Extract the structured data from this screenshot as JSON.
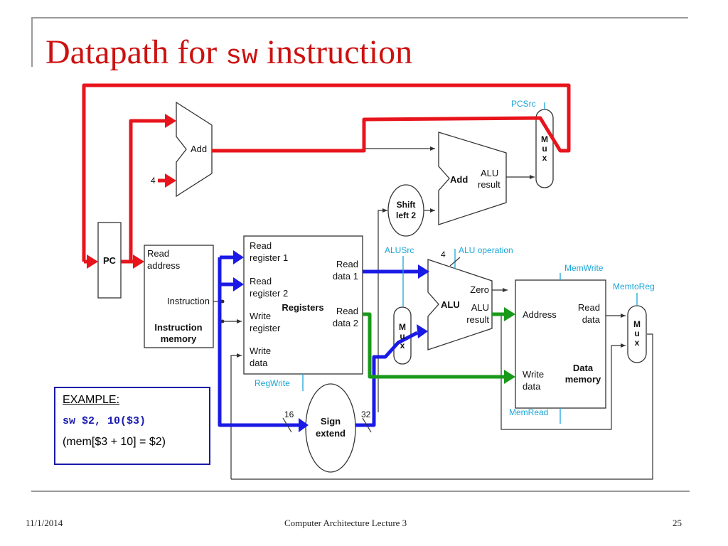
{
  "slide": {
    "title_prefix": "Datapath for ",
    "title_code": "sw",
    "title_suffix": " instruction",
    "footer": {
      "date": "11/1/2014",
      "center": "Computer Architecture Lecture 3",
      "page": "25"
    }
  },
  "example": {
    "heading": "EXAMPLE:",
    "code": "sw $2, 10($3)",
    "equation": "(mem[$3 + 10] = $2)"
  },
  "diagram": {
    "colors": {
      "control": "#1aa6d8",
      "pc_path": "#e8141c",
      "register_path": "#1a1ae6",
      "data_path": "#1a9a1a",
      "wire": "#333333"
    },
    "pc": {
      "label": "PC"
    },
    "adder_pc4": {
      "label": "Add",
      "const": "4"
    },
    "branch_adder": {
      "label": "Add",
      "result_line1": "ALU",
      "result_line2": "result"
    },
    "shift_left": {
      "line1": "Shift",
      "line2": "left 2"
    },
    "instruction_memory": {
      "read_address_line1": "Read",
      "read_address_line2": "address",
      "instruction": "Instruction",
      "title_line1": "Instruction",
      "title_line2": "memory"
    },
    "registers": {
      "read_reg1_line1": "Read",
      "read_reg1_line2": "register 1",
      "read_reg2_line1": "Read",
      "read_reg2_line2": "register 2",
      "write_reg_line1": "Write",
      "write_reg_line2": "register",
      "write_data_line1": "Write",
      "write_data_line2": "data",
      "title": "Registers",
      "read_data1_line1": "Read",
      "read_data1_line2": "data 1",
      "read_data2_line1": "Read",
      "read_data2_line2": "data 2"
    },
    "sign_extend": {
      "line1": "Sign",
      "line2": "extend",
      "in_bits": "16",
      "out_bits": "32"
    },
    "alu": {
      "label": "ALU",
      "zero": "Zero",
      "result_line1": "ALU",
      "result_line2": "result",
      "op_bits": "4"
    },
    "mux_glyphs": {
      "m": "M",
      "u": "u",
      "x": "x"
    },
    "data_memory": {
      "address": "Address",
      "read_data_line1": "Read",
      "read_data_line2": "data",
      "write_data_line1": "Write",
      "write_data_line2": "data",
      "title_line1": "Data",
      "title_line2": "memory"
    },
    "control_signals": {
      "pcsrc": "PCSrc",
      "alusrc": "ALUSrc",
      "alu_operation": "ALU operation",
      "memwrite": "MemWrite",
      "memtoreg": "MemtoReg",
      "regwrite": "RegWrite",
      "memread": "MemRead"
    }
  }
}
